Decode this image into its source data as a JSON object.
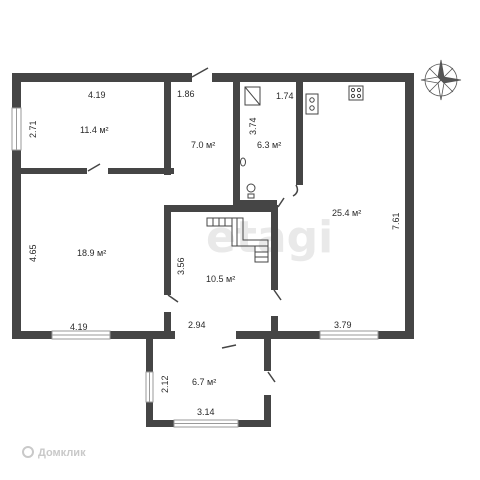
{
  "rooms": {
    "r1_area": "11.4 м²",
    "r2_area": "7.0 м²",
    "r3_area": "6.3 м²",
    "r4_area": "25.4 м²",
    "r5_area": "18.9 м²",
    "r6_area": "10.5 м²",
    "r7_area": "6.7 м²"
  },
  "dimensions": {
    "d_419_top": "4.19",
    "d_186": "1.86",
    "d_174": "1.74",
    "d_271": "2.71",
    "d_374": "3.74",
    "d_761": "7.61",
    "d_465": "4.65",
    "d_356": "3.56",
    "d_419_bottom": "4.19",
    "d_294": "2.94",
    "d_379": "3.79",
    "d_212": "2.12",
    "d_314": "3.14"
  },
  "watermark": "etagi",
  "brand": "Домклик",
  "compass_icon": "compass-rose-icon",
  "colors": {
    "wall": "#454545",
    "window": "#9a9a9a",
    "text": "#2a2a2a"
  }
}
